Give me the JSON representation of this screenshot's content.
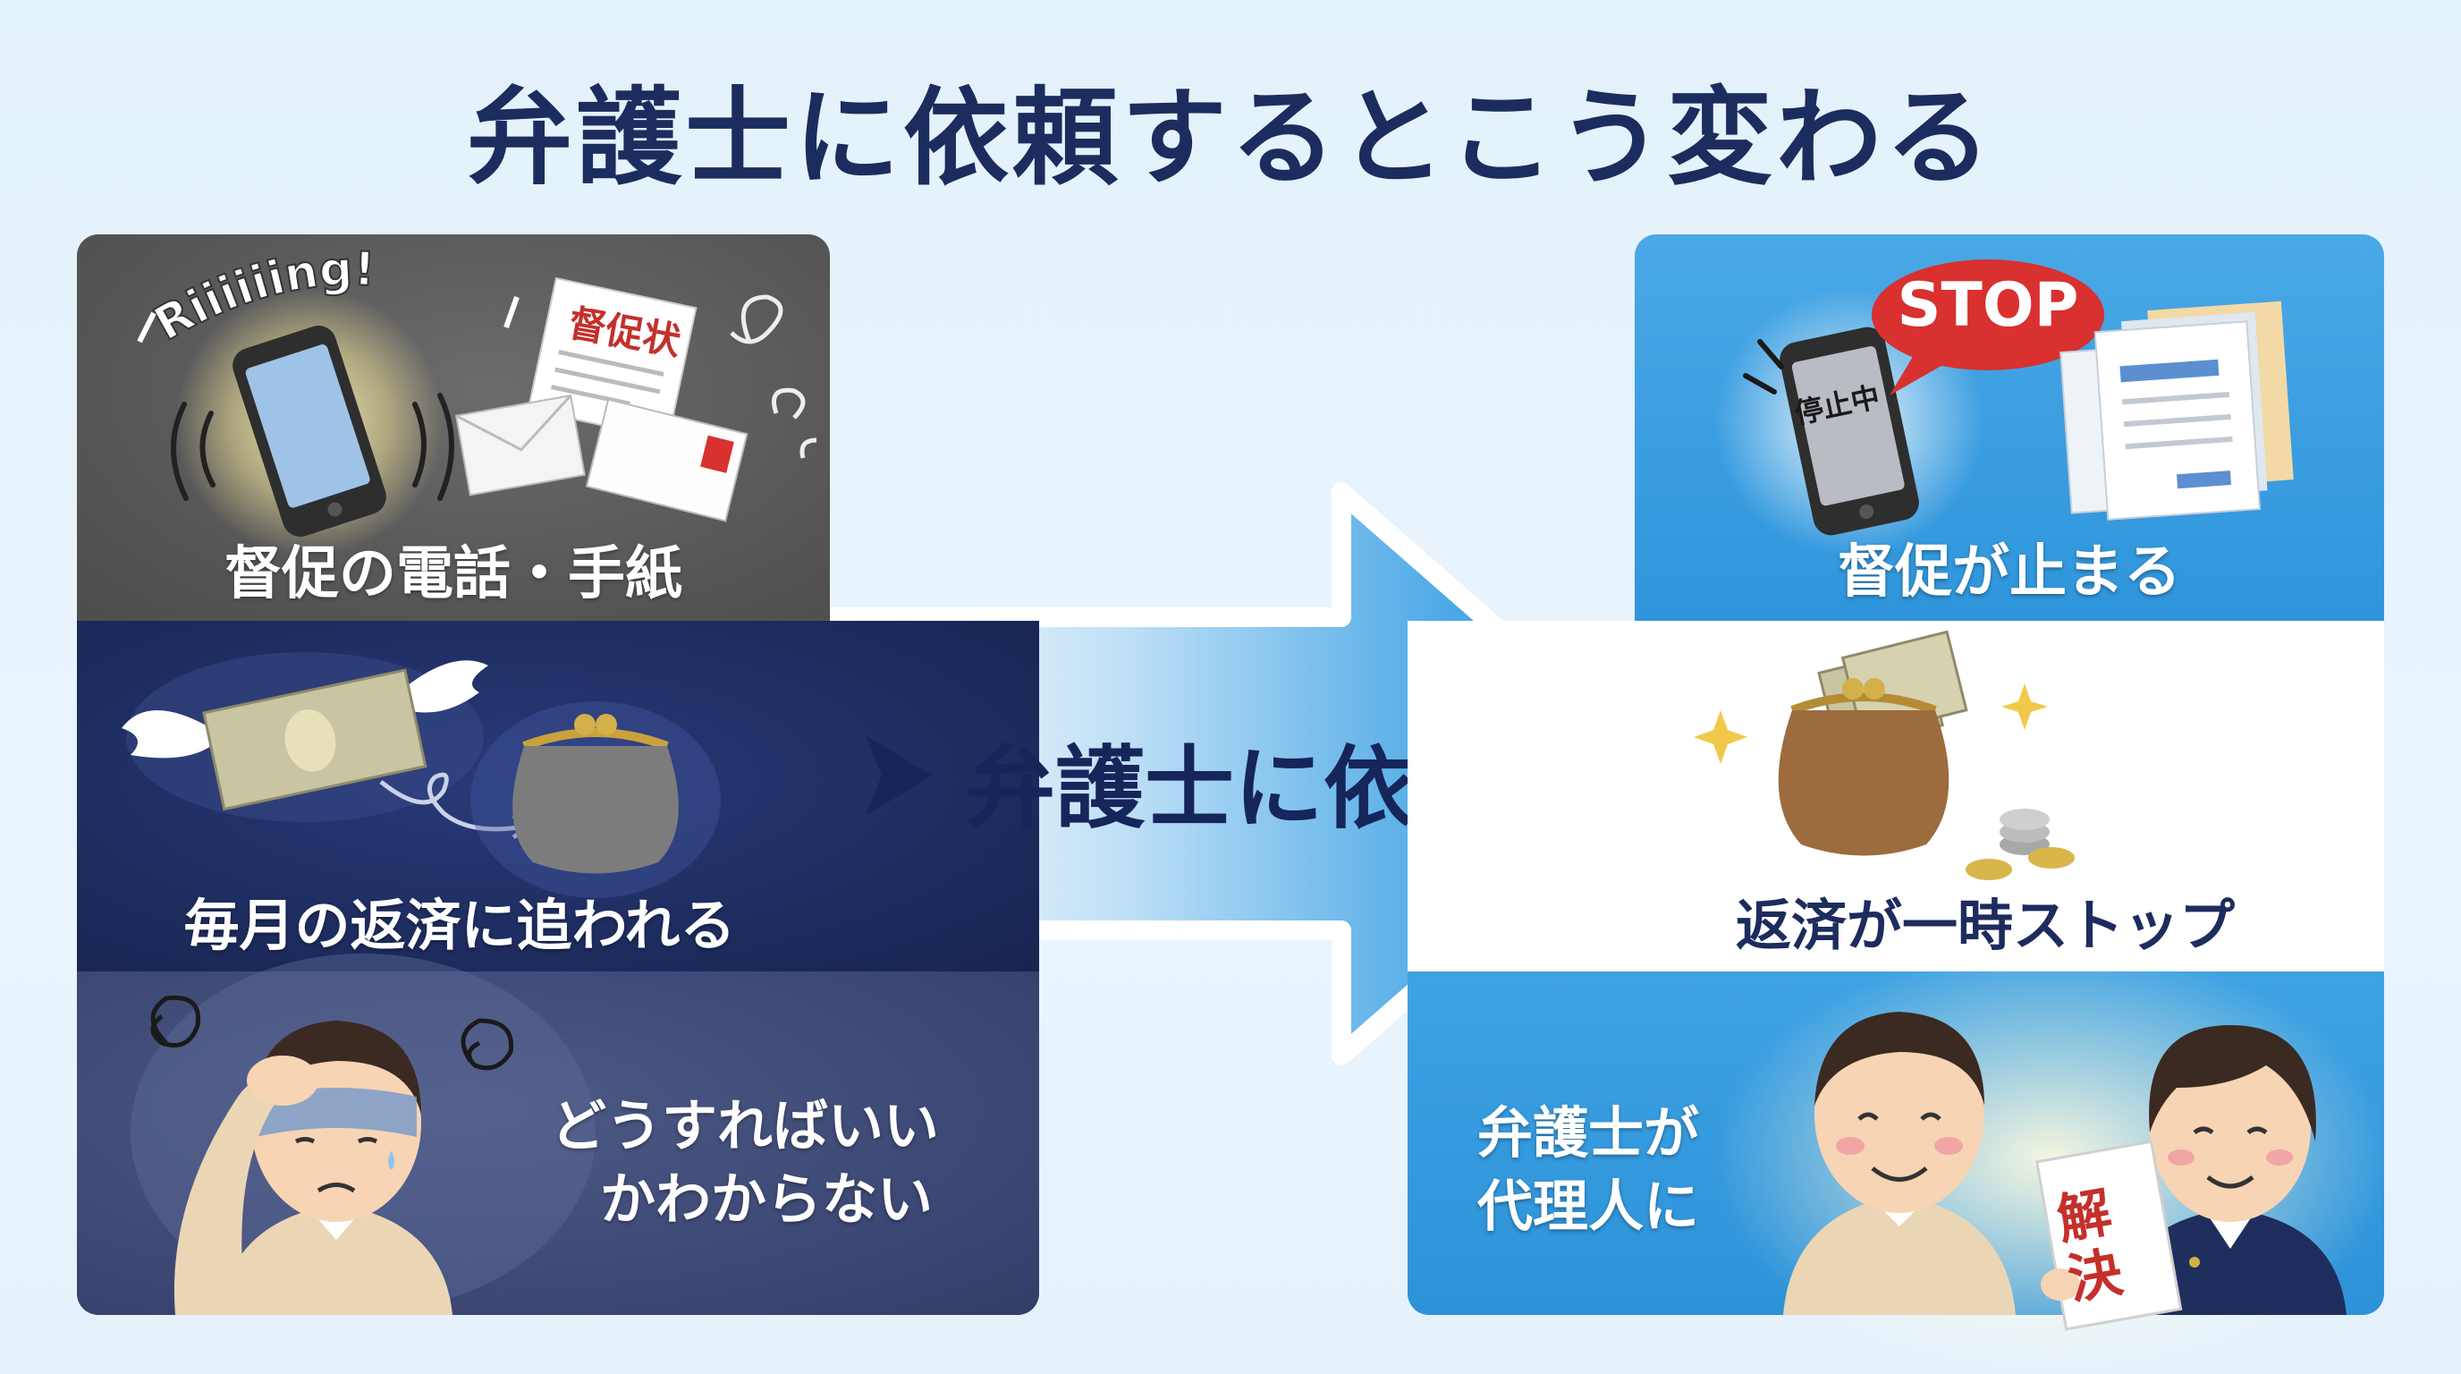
{
  "title": "弁護士に依頼するとこう変わる",
  "center": {
    "label": "弁護士に依頼"
  },
  "before": {
    "panel1": {
      "label": "督促の電話・手紙",
      "phone_sound": "Riiiiiing!",
      "letter_stamp": "督促状"
    },
    "panel2": {
      "label": "毎月の返済に追われる"
    },
    "panel3": {
      "label_line1": "どうすればいい",
      "label_line2": "かわからない"
    }
  },
  "after": {
    "panel1": {
      "label": "督促が止まる",
      "speech": "STOP",
      "phone_screen": "停止中"
    },
    "panel2": {
      "label": "返済が一時ストップ"
    },
    "panel3": {
      "label_line1": "弁護士が",
      "label_line2": "代理人に",
      "sign_line1": "解",
      "sign_line2": "決"
    }
  },
  "colors": {
    "title": "#1d2c5e",
    "before_top": "#555555",
    "before_mid": "#1c2a5a",
    "before_bot": "#3b4673",
    "after_blue": "#2f95db",
    "stop_red": "#d8312f"
  }
}
